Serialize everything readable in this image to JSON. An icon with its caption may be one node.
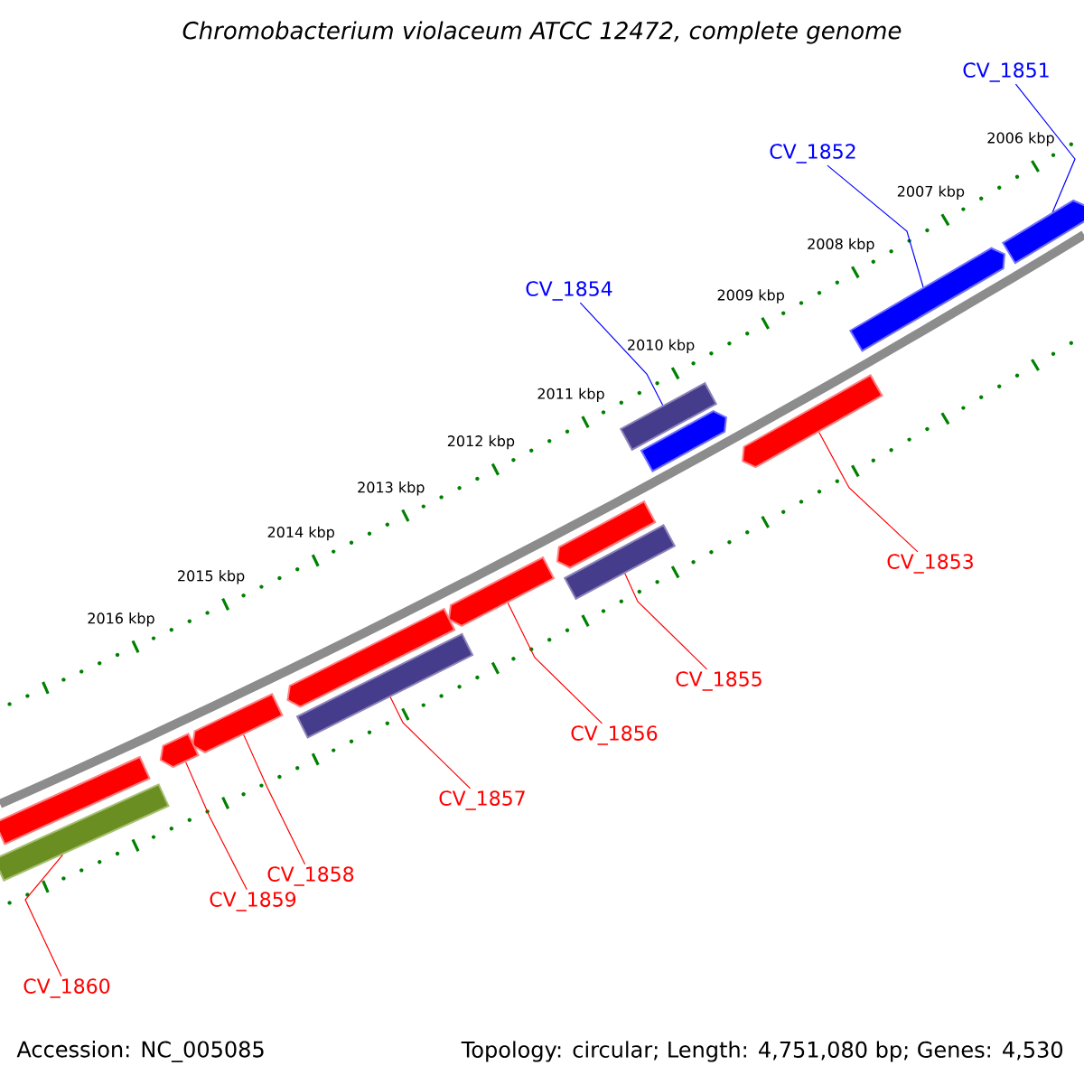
{
  "diagram": {
    "title": "Chromobacterium violaceum ATCC 12472, complete genome",
    "nodes": [
      {
        "text": [
          "CV_1851"
        ]
      },
      {
        "text": [
          "CV_1852"
        ]
      },
      {
        "text": [
          "CV_1854"
        ]
      },
      {
        "text": [
          "CV_1853"
        ]
      },
      {
        "text": [
          "CV_1855"
        ]
      },
      {
        "text": [
          "CV_1856"
        ]
      },
      {
        "text": [
          "CV_1857"
        ]
      },
      {
        "text": [
          "CV_1858"
        ]
      },
      {
        "text": [
          "CV_1859"
        ]
      },
      {
        "text": [
          "CV_1860"
        ]
      },
      {
        "text": [],
        "shape": "pentagon"
      },
      {
        "text": [],
        "shape": "pentagon"
      },
      {
        "text": [],
        "shape": "bar"
      },
      {
        "text": [],
        "shape": "pentagon"
      },
      {
        "text": [],
        "shape": "pentagon"
      },
      {
        "text": [],
        "shape": "pentagon"
      },
      {
        "text": [],
        "shape": "bar"
      },
      {
        "text": [],
        "shape": "pentagon"
      },
      {
        "text": [],
        "shape": "pentagon"
      },
      {
        "text": [],
        "shape": "bar"
      },
      {
        "text": [],
        "shape": "pentagon"
      },
      {
        "text": [],
        "shape": "pentagon"
      },
      {
        "text": [],
        "shape": "bar"
      },
      {
        "text": [],
        "shape": "bar"
      }
    ],
    "edges": [
      {
        "from": 0,
        "to": 10,
        "arrow": "none",
        "color": "#0000ff"
      },
      {
        "from": 1,
        "to": 11,
        "arrow": "none",
        "color": "#0000ff"
      },
      {
        "from": 2,
        "to": 12,
        "arrow": "none",
        "color": "#0000ff"
      },
      {
        "from": 3,
        "to": 14,
        "arrow": "none"
      },
      {
        "from": 4,
        "to": 16,
        "arrow": "none"
      },
      {
        "from": 5,
        "to": 17,
        "arrow": "none"
      },
      {
        "from": 6,
        "to": 19,
        "arrow": "none"
      },
      {
        "from": 7,
        "to": 20,
        "arrow": "none"
      },
      {
        "from": 8,
        "to": 21,
        "arrow": "none"
      },
      {
        "from": 9,
        "to": 23,
        "arrow": "none"
      }
    ],
    "labels": [
      "2006 kbp",
      "2007 kbp",
      "2008 kbp",
      "2009 kbp",
      "2010 kbp",
      "2011 kbp",
      "2012 kbp",
      "2013 kbp",
      "2014 kbp",
      "2015 kbp",
      "2016 kbp",
      "Accession: NC_005085",
      "Topology: circular; Length: 4,751,080 bp; Genes: 4,530"
    ]
  }
}
